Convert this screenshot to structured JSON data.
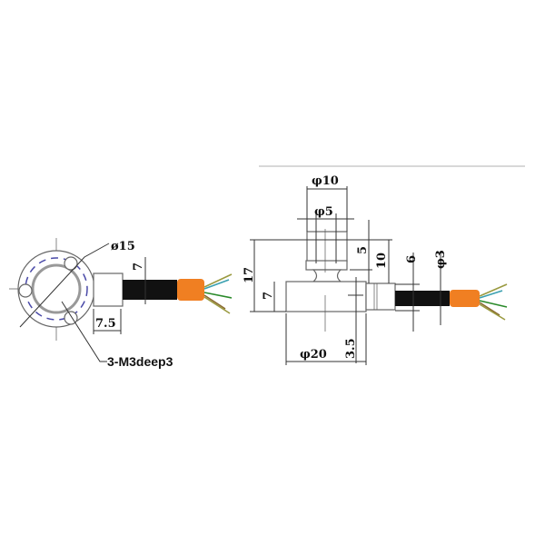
{
  "colors": {
    "cable": "#111111",
    "sheath": "#f07f22",
    "dashed_circle": "#4a4aa8"
  },
  "end_view": {
    "labels": {
      "diameter_15": "ø15",
      "height_7": "7",
      "length_7_5": "7.5",
      "thread_callout": "3-M3deep3"
    }
  },
  "side_view": {
    "labels": {
      "diameter_10": "φ10",
      "diameter_5": "φ5",
      "height_17": "17",
      "height_7": "7",
      "height_5": "5",
      "height_10": "10",
      "cable_6": "6",
      "cable_diameter_3": "φ3",
      "diameter_20": "φ20",
      "offset_3_5": "3.5"
    }
  }
}
